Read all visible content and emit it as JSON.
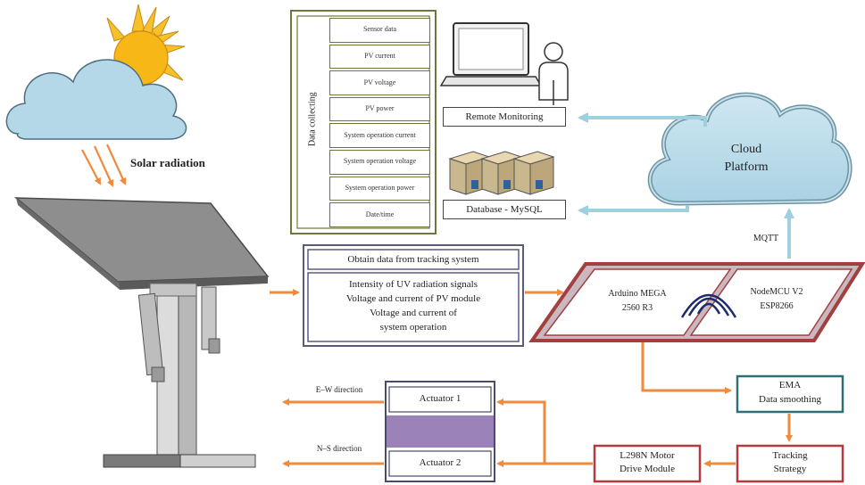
{
  "labels": {
    "solar_radiation": "Solar radiation",
    "data_collecting": "Data collecting",
    "remote_monitoring": "Remote Monitoring",
    "database": "Database - MySQL",
    "cloud_line1": "Cloud",
    "cloud_line2": "Platform",
    "mqtt": "MQTT",
    "obtain_title": "Obtain data from tracking system",
    "obtain_line1": "Intensity of UV radiation signals",
    "obtain_line2": "Voltage and current of PV module",
    "obtain_line3": "Voltage and current of",
    "obtain_line4": "system operation",
    "arduino_line1": "Arduino MEGA",
    "arduino_line2": "2560 R3",
    "nodemcu_line1": "NodeMCU V2",
    "nodemcu_line2": "ESP8266",
    "ema_line1": "EMA",
    "ema_line2": "Data smoothing",
    "tracking_line1": "Tracking",
    "tracking_line2": "Strategy",
    "l298n_line1": "L298N Motor",
    "l298n_line2": "Drive Module",
    "actuator1": "Actuator 1",
    "actuator2": "Actuator 2",
    "ew_direction": "E–W direction",
    "ns_direction": "N–S direction"
  },
  "data_items": [
    "Sensor data",
    "PV current",
    "PV voltage",
    "PV power",
    "System operation current",
    "System operation voltage",
    "System operation power",
    "Date/time"
  ],
  "colors": {
    "orange_arrow": "#f08a3c",
    "blue_arrow": "#9fd0e0",
    "red_border": "#b5393f",
    "teal_border": "#2e6f78",
    "olive_border": "#6b7a3a",
    "purple_fill": "#9b82b8",
    "panel_fill": "#c9b8c0"
  }
}
